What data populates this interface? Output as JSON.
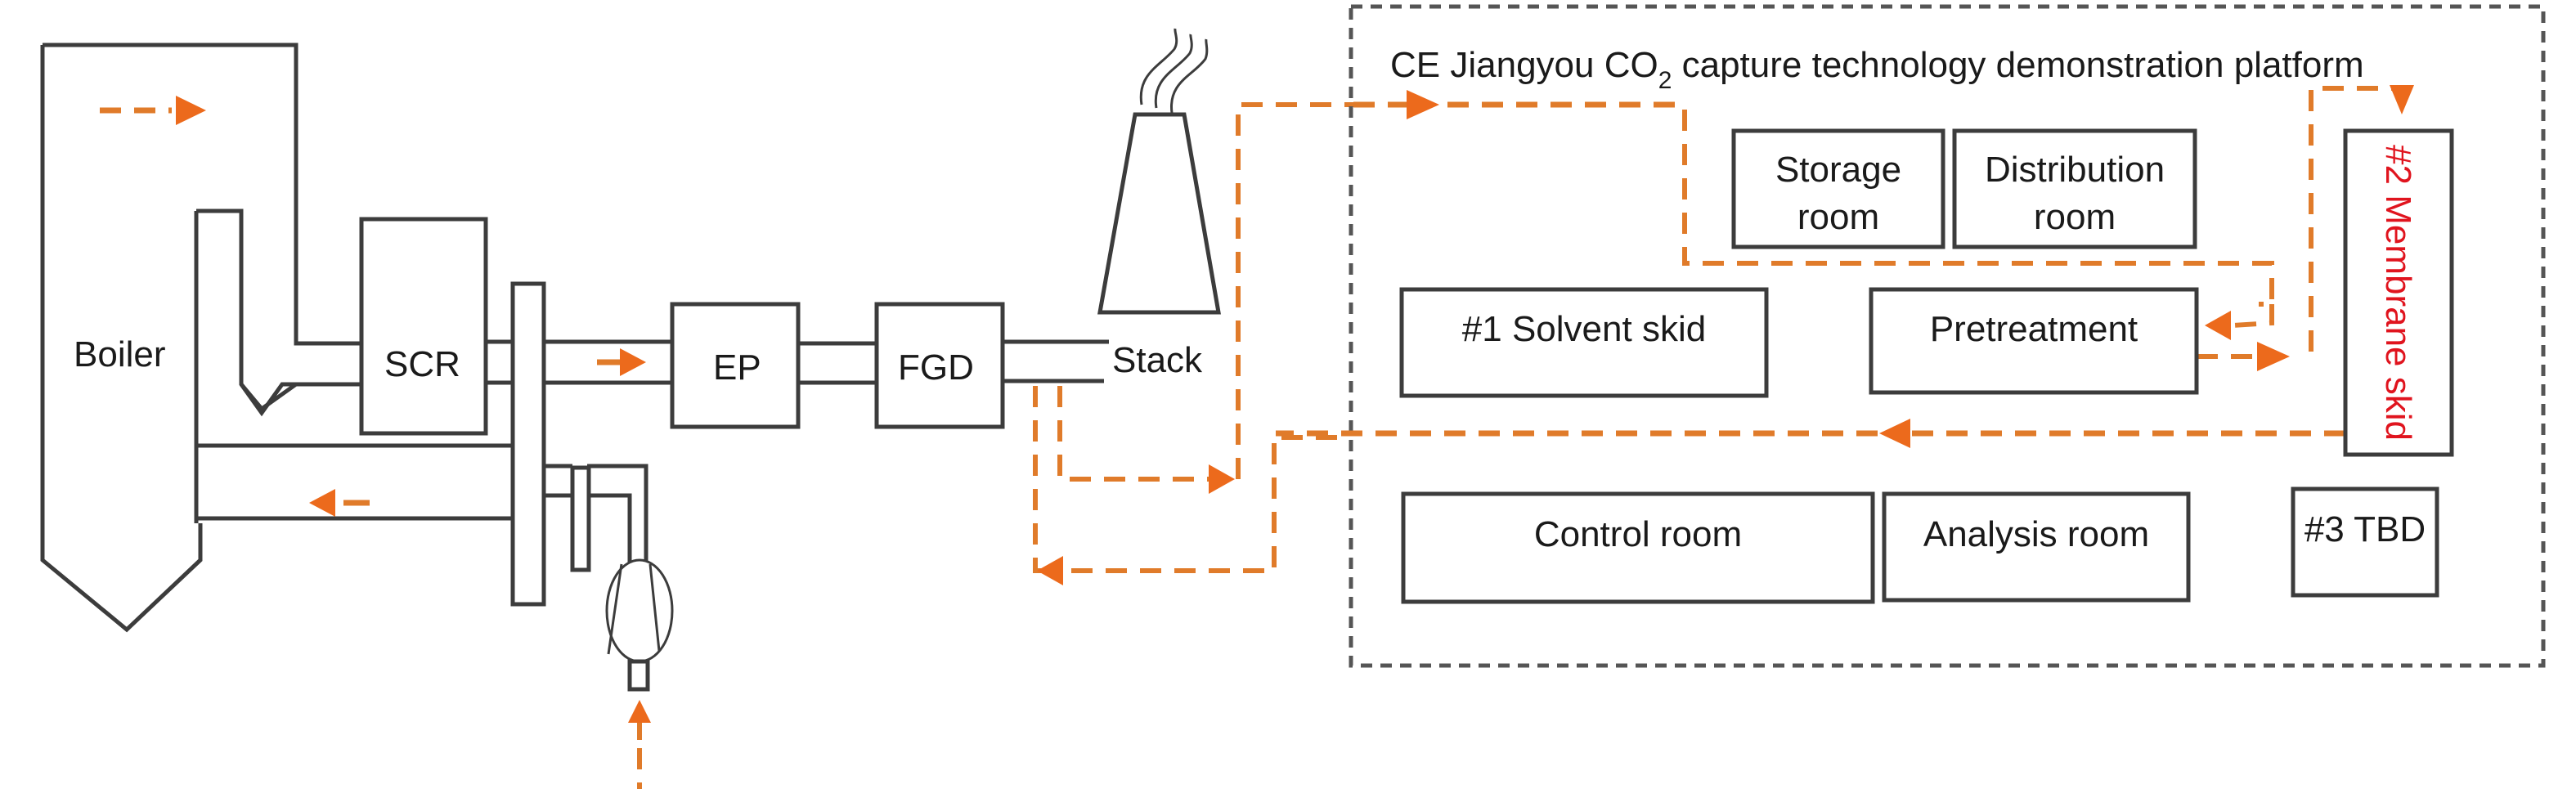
{
  "diagram": {
    "title": "CE Jiangyou CO",
    "title_subscript": "2",
    "title_rest": " capture technology demonstration platform",
    "power_plant": {
      "boiler": "Boiler",
      "scr": "SCR",
      "ep": "EP",
      "fgd": "FGD",
      "stack": "Stack"
    },
    "rooms": {
      "storage_line1": "Storage",
      "storage_line2": "room",
      "distribution_line1": "Distribution",
      "distribution_line2": "room",
      "solvent_skid": "#1 Solvent skid",
      "pretreatment": "Pretreatment",
      "membrane_skid": "#2 Membrane skid",
      "control_room": "Control room",
      "analysis_room": "Analysis room",
      "tbd": "#3 TBD"
    },
    "colors": {
      "flow": "#e07b2a",
      "arrow": "#ec6a1c",
      "membrane_text": "#e0141e",
      "equipment_line": "#3c3c3c",
      "platform_border": "#555555"
    }
  }
}
